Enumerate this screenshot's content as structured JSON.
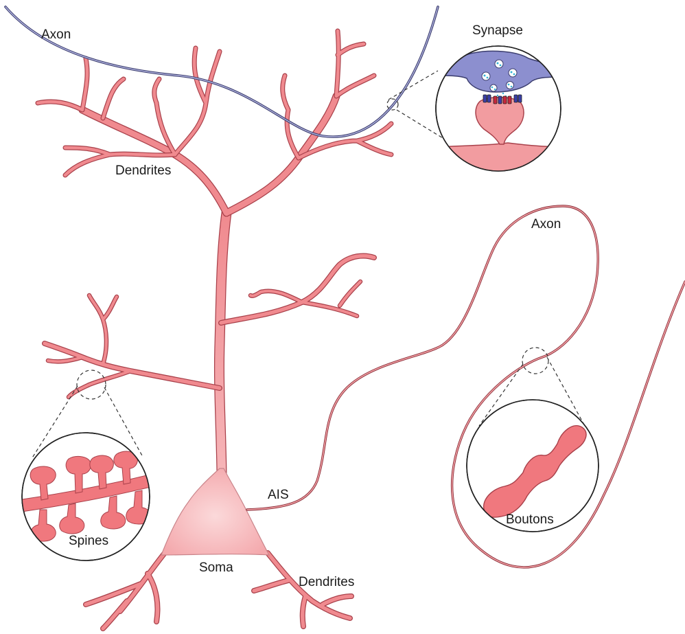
{
  "labels": {
    "axon_top": "Axon",
    "synapse": "Synapse",
    "dendrites_top": "Dendrites",
    "axon_right": "Axon",
    "ais": "AIS",
    "spines": "Spines",
    "soma": "Soma",
    "dendrites_bottom": "Dendrites",
    "boutons": "Boutons"
  },
  "colors": {
    "dendrite_fill": "#f08a8f",
    "dendrite_outline": "#a8404a",
    "soma_fill": "#f6c1c3",
    "presynaptic_axon": "#8c8fcf",
    "axon_outline": "#3b3d6e",
    "receptor_blue": "#3a3fa6",
    "receptor_red": "#c8283c"
  }
}
